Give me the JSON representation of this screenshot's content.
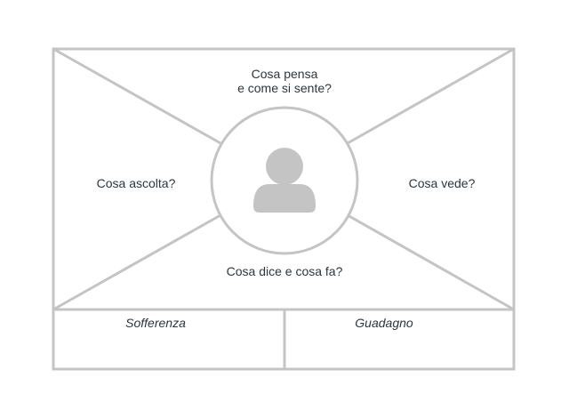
{
  "map": {
    "think_feel": "Cosa pensa\ne come si sente?",
    "hear": "Cosa ascolta?",
    "see": "Cosa vede?",
    "say_do": "Cosa dice e cosa fa?",
    "pains": "Sofferenza",
    "gains": "Guadagno",
    "center_icon": "user-avatar-icon"
  },
  "colors": {
    "line": "#c4c4c4",
    "avatar": "#c4c4c4",
    "text": "#2b3640"
  }
}
